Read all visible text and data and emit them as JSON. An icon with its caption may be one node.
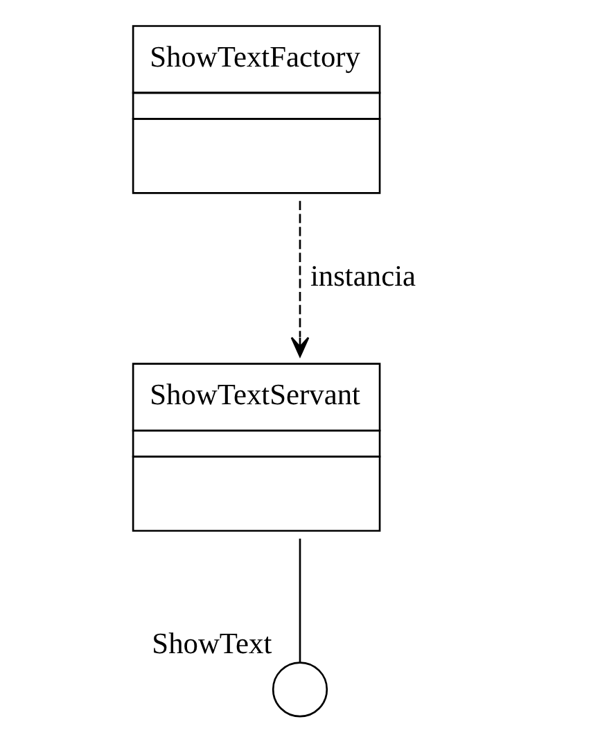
{
  "diagram": {
    "nodes": [
      {
        "text": [
          "ShowTextFactory"
        ]
      },
      {
        "text": [
          "ShowTextServant"
        ]
      },
      {
        "text": [],
        "shape": "circle",
        "beside": [
          "ShowText"
        ]
      }
    ],
    "edges": [
      {
        "from": 0,
        "to": 1,
        "arrow": "to",
        "label": "instancia",
        "style": "dashed"
      },
      {
        "from": 1,
        "to": 2,
        "arrow": "none"
      }
    ]
  }
}
